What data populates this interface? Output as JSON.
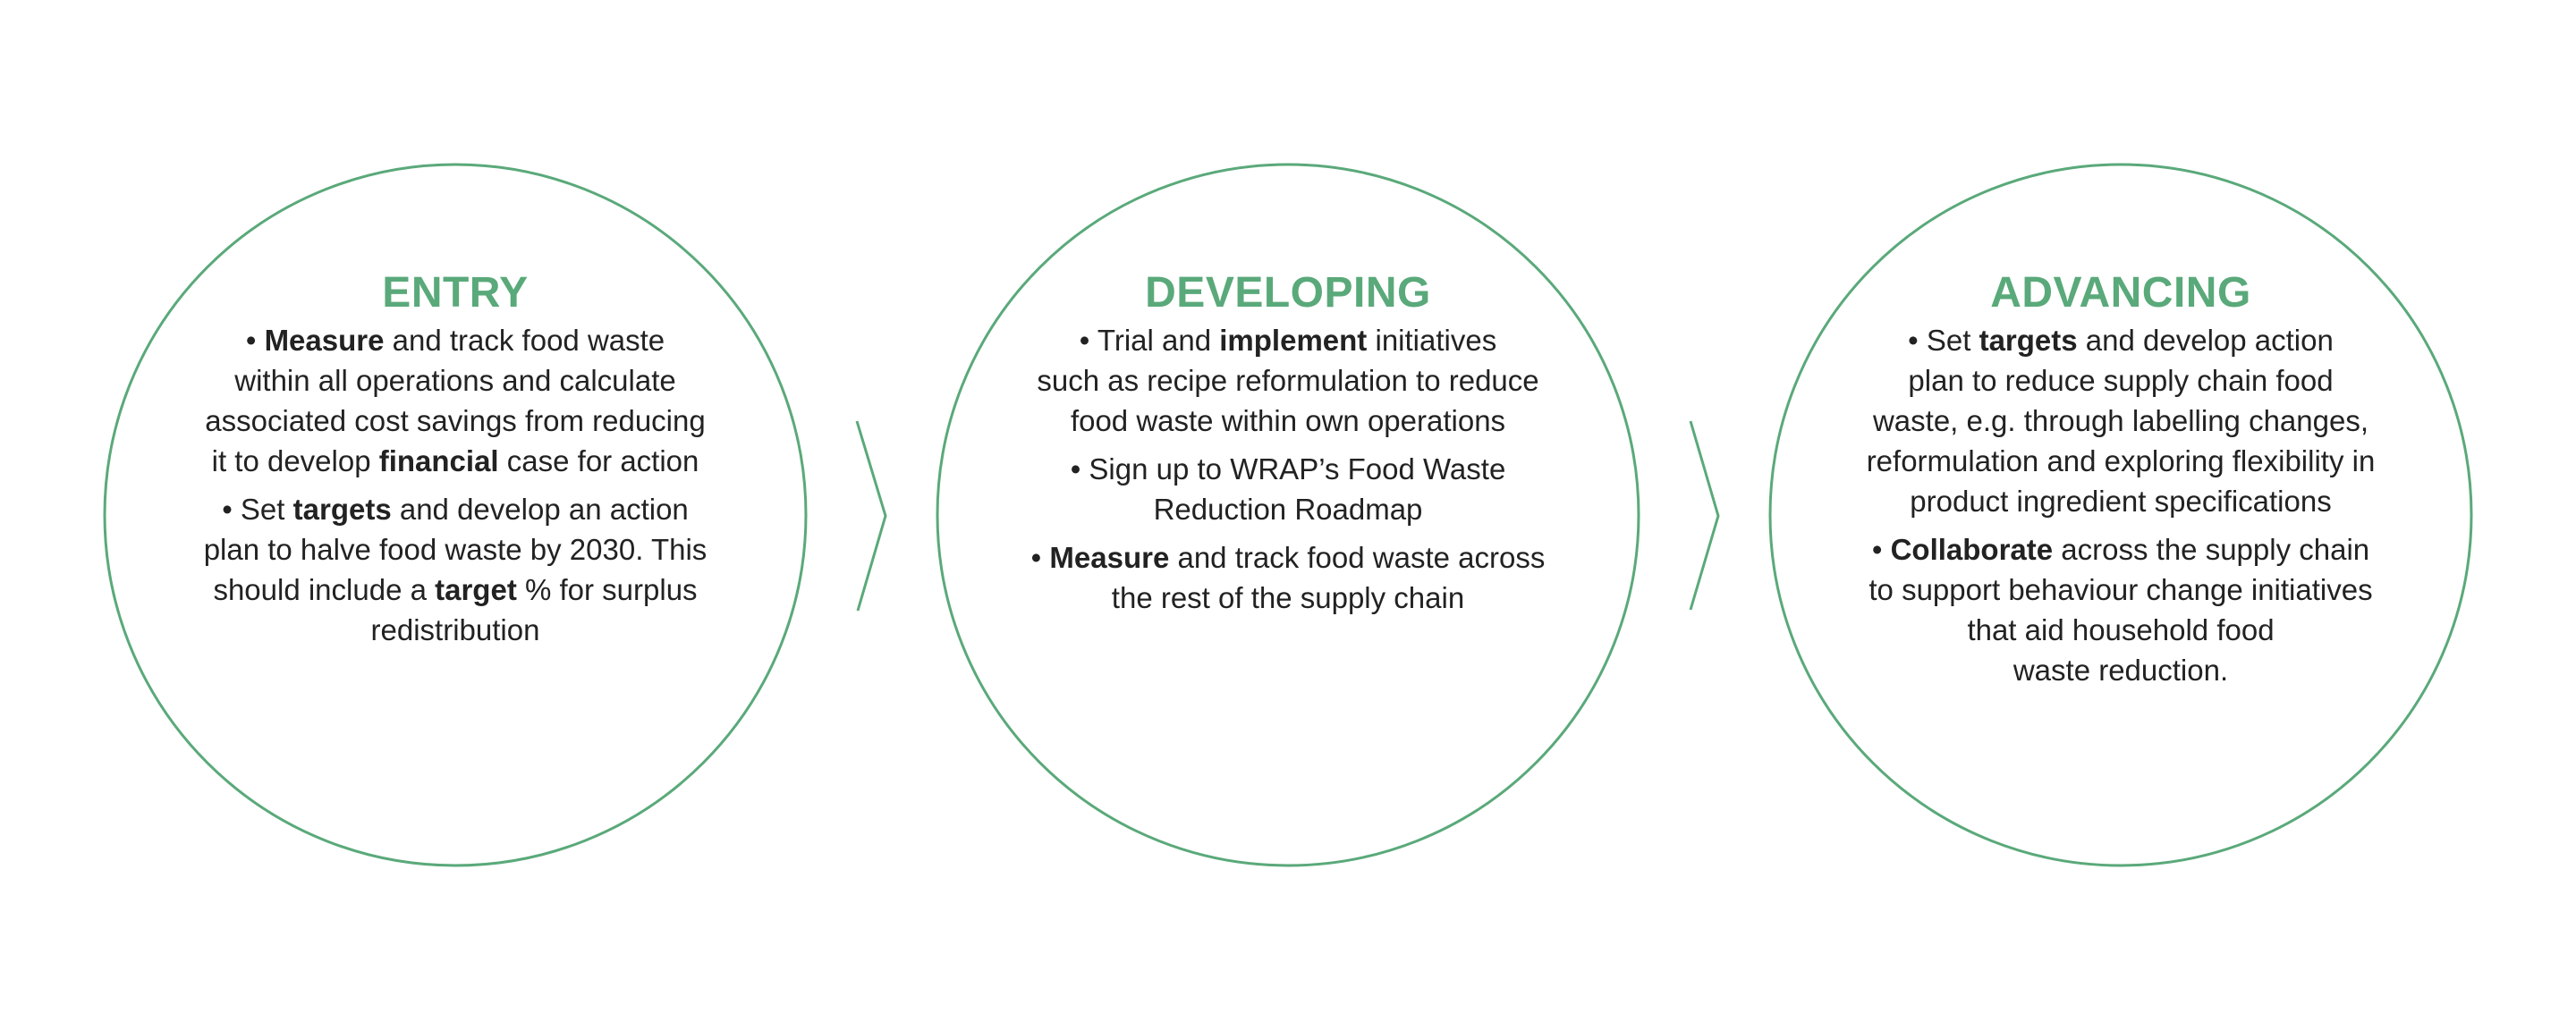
{
  "colors": {
    "accent": "#5aa97a",
    "text": "#222222",
    "background": "#ffffff"
  },
  "stages": [
    {
      "title": "ENTRY",
      "bullets": [
        {
          "lines": [
            [
              {
                "t": "• ",
                "b": false
              },
              {
                "t": "Measure",
                "b": true
              },
              {
                "t": " and track food waste",
                "b": false
              }
            ],
            [
              {
                "t": "within all operations and calculate",
                "b": false
              }
            ],
            [
              {
                "t": "associated cost savings from reducing",
                "b": false
              }
            ],
            [
              {
                "t": "it to develop ",
                "b": false
              },
              {
                "t": "financial",
                "b": true
              },
              {
                "t": " case for action",
                "b": false
              }
            ]
          ]
        },
        {
          "lines": [
            [
              {
                "t": "• Set ",
                "b": false
              },
              {
                "t": "targets",
                "b": true
              },
              {
                "t": " and develop an action",
                "b": false
              }
            ],
            [
              {
                "t": "plan to halve food waste by 2030. This",
                "b": false
              }
            ],
            [
              {
                "t": "should include a ",
                "b": false
              },
              {
                "t": "target",
                "b": true
              },
              {
                "t": " % for surplus",
                "b": false
              }
            ],
            [
              {
                "t": "redistribution",
                "b": false
              }
            ]
          ]
        }
      ]
    },
    {
      "title": "DEVELOPING",
      "bullets": [
        {
          "lines": [
            [
              {
                "t": "• Trial and ",
                "b": false
              },
              {
                "t": "implement",
                "b": true
              },
              {
                "t": " initiatives",
                "b": false
              }
            ],
            [
              {
                "t": "such as recipe reformulation to reduce",
                "b": false
              }
            ],
            [
              {
                "t": "food waste within own operations",
                "b": false
              }
            ]
          ]
        },
        {
          "lines": [
            [
              {
                "t": "• Sign up to WRAP’s Food Waste",
                "b": false
              }
            ],
            [
              {
                "t": "Reduction Roadmap",
                "b": false
              }
            ]
          ]
        },
        {
          "lines": [
            [
              {
                "t": "• ",
                "b": false
              },
              {
                "t": "Measure",
                "b": true
              },
              {
                "t": " and track food waste across",
                "b": false
              }
            ],
            [
              {
                "t": "the rest of the supply chain",
                "b": false
              }
            ]
          ]
        }
      ]
    },
    {
      "title": "ADVANCING",
      "bullets": [
        {
          "lines": [
            [
              {
                "t": "• Set ",
                "b": false
              },
              {
                "t": "targets",
                "b": true
              },
              {
                "t": " and develop action",
                "b": false
              }
            ],
            [
              {
                "t": "plan to reduce supply chain food",
                "b": false
              }
            ],
            [
              {
                "t": "waste, e.g. through labelling changes,",
                "b": false
              }
            ],
            [
              {
                "t": "reformulation and exploring flexibility in",
                "b": false
              }
            ],
            [
              {
                "t": "product ingredient specifications",
                "b": false
              }
            ]
          ]
        },
        {
          "lines": [
            [
              {
                "t": "• ",
                "b": false
              },
              {
                "t": "Collaborate",
                "b": true
              },
              {
                "t": " across the supply chain",
                "b": false
              }
            ],
            [
              {
                "t": "to support behaviour change initiatives",
                "b": false
              }
            ],
            [
              {
                "t": "that aid household food",
                "b": false
              }
            ],
            [
              {
                "t": "waste reduction.",
                "b": false
              }
            ]
          ]
        }
      ]
    }
  ]
}
